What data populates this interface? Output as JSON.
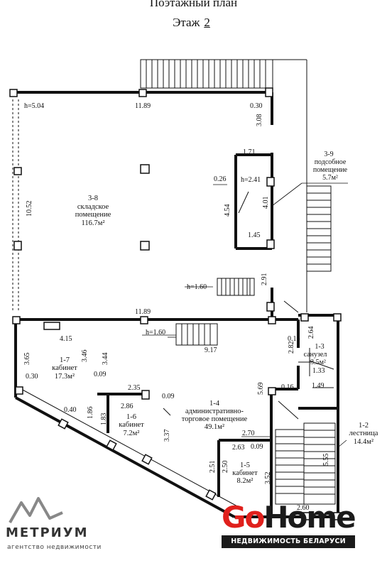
{
  "header": {
    "title": "Поэтажный план",
    "floor_label": "Этаж",
    "floor_number": "2"
  },
  "rooms": {
    "r3_8": {
      "id": "3-8",
      "name1": "складское",
      "name2": "помещение",
      "area": "116.7м²"
    },
    "r3_9": {
      "id": "3-9",
      "name1": "подсобное",
      "name2": "помещение",
      "area": "5.7м²"
    },
    "r1_7": {
      "id": "1-7",
      "name": "кабинет",
      "area": "17.3м²"
    },
    "r1_6": {
      "id": "1-6",
      "name": "кабинет",
      "area": "7.2м²"
    },
    "r1_4": {
      "id": "1-4",
      "name1": "административно-",
      "name2": "торговое помещение",
      "area": "49.1м²"
    },
    "r1_5": {
      "id": "1-5",
      "name": "кабинет",
      "area": "8.2м²"
    },
    "r1_3": {
      "id": "1-3",
      "name": "санузел",
      "area": "3.5м²"
    },
    "r1_2": {
      "id": "1-2",
      "name": "лестница",
      "area": "14.4м²"
    }
  },
  "dimensions": {
    "h_top": "h=5.04",
    "top_len": "11.89",
    "top_right": "0.30",
    "right_308": "3.08",
    "left_1052": "10.52",
    "d171": "1.71",
    "d026": "0.26",
    "h241": "h=2.41",
    "d454": "4.54",
    "d401": "4.01",
    "d145": "1.45",
    "d291": "2.91",
    "h160a": "h=1.60",
    "mid_len": "11.89",
    "d415": "4.15",
    "h160b": "h=1.60",
    "d917": "9.17",
    "d016": "0.16",
    "d264": "2.64",
    "d282": "2.82",
    "d133": "1.33",
    "d365": "3.65",
    "d030": "0.30",
    "d346": "3.46",
    "d344": "3.44",
    "d009a": "0.09",
    "d235": "2.35",
    "d286": "2.86",
    "d009b": "0.09",
    "d569": "5.69",
    "d016b": "0.16",
    "d149": "1.49",
    "d040": "0.40",
    "d186": "1.86",
    "d183": "1.83",
    "d337": "3.37",
    "d270": "2.70",
    "d263": "2.63",
    "d009c": "0.09",
    "d555": "5.55",
    "d251": "2.51",
    "d250": "2.50",
    "d352": "3.52",
    "d260": "2.60"
  },
  "logos": {
    "metrium_name": "МЕТРИУМ",
    "metrium_sub": "агентство недвижимости",
    "gohome_go": "Go",
    "gohome_home": "Home",
    "gohome_tag": "НЕДВИЖИМОСТЬ БЕЛАРУСИ",
    "red": "#e0201c",
    "dark": "#1b1b1b"
  }
}
